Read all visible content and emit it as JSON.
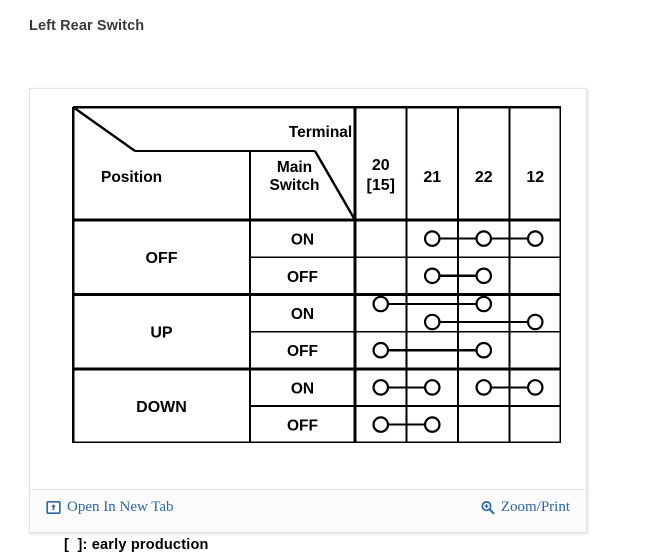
{
  "page": {
    "title": "Left Rear Switch"
  },
  "figure": {
    "footnote": "[  ]: early production",
    "table": {
      "corner": {
        "terminal_label": "Terminal",
        "position_label": "Position",
        "main_switch_label": "Main\nSwitch",
        "main_switch_line1": "Main",
        "main_switch_line2": "Switch"
      },
      "terminal_columns": [
        {
          "id": "t20",
          "line1": "20",
          "line2": "[15]"
        },
        {
          "id": "t21",
          "line1": "21",
          "line2": ""
        },
        {
          "id": "t22",
          "line1": "22",
          "line2": ""
        },
        {
          "id": "t12",
          "line1": "12",
          "line2": ""
        }
      ],
      "positions": [
        {
          "name": "OFF",
          "rows": [
            {
              "main_switch": "ON",
              "connections": [
                {
                  "from": "t21",
                  "to": "t12",
                  "offset": 0
                }
              ]
            },
            {
              "main_switch": "OFF",
              "connections": [
                {
                  "from": "t21",
                  "to": "t22",
                  "offset": 0
                }
              ]
            }
          ]
        },
        {
          "name": "UP",
          "rows": [
            {
              "main_switch": "ON",
              "connections": [
                {
                  "from": "t20",
                  "to": "t22",
                  "offset": -9
                },
                {
                  "from": "t21",
                  "to": "t12",
                  "offset": 9
                }
              ]
            },
            {
              "main_switch": "OFF",
              "connections": [
                {
                  "from": "t20",
                  "to": "t22",
                  "offset": 0
                }
              ]
            }
          ]
        },
        {
          "name": "DOWN",
          "rows": [
            {
              "main_switch": "ON",
              "connections": [
                {
                  "from": "t20",
                  "to": "t21",
                  "offset": 0
                },
                {
                  "from": "t22",
                  "to": "t12",
                  "offset": 0
                }
              ]
            },
            {
              "main_switch": "OFF",
              "connections": [
                {
                  "from": "t20",
                  "to": "t21",
                  "offset": 0
                }
              ]
            }
          ]
        }
      ],
      "node_markers": {
        "t21_t12_has_mid_node_on_off_row": true
      }
    }
  },
  "footer": {
    "open_in_new_tab_label": "Open In New Tab",
    "open_in_new_tab_icon": "external-link-icon",
    "zoom_print_label": "Zoom/Print",
    "zoom_print_icon": "magnifier-plus-icon"
  },
  "colors": {
    "link": "#2c66a8",
    "title_text": "#3a3a3a",
    "table_line": "#000000",
    "card_border": "#e2e2e2",
    "footer_bg": "#fbfbfb"
  }
}
